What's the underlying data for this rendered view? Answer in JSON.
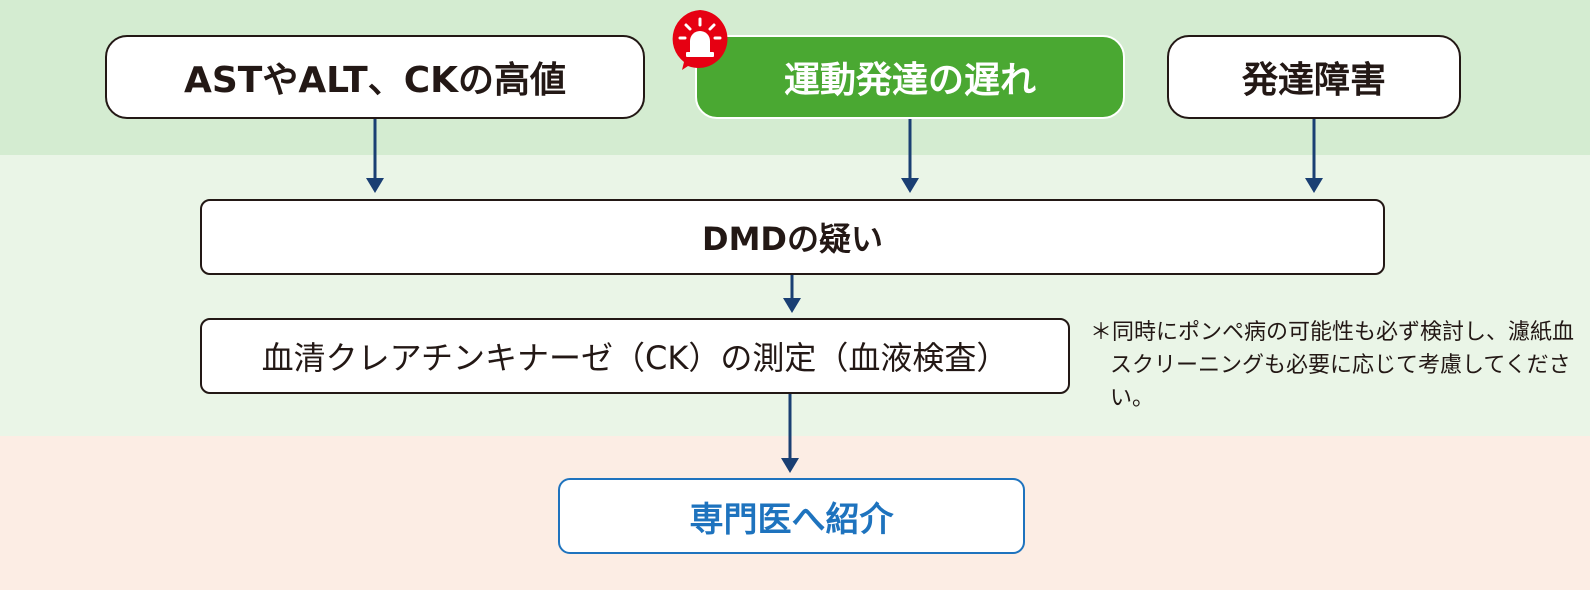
{
  "boxes": {
    "ast_alt_ck": "ASTやALT、CKの高値",
    "motor_delay": "運動発達の遅れ",
    "developmental_disorder": "発達障害",
    "dmd_suspicion": "DMDの疑い",
    "ck_measurement": "血清クレアチンキナーゼ（CK）の測定（血液検査）",
    "referral": "専門医へ紹介"
  },
  "note": "＊同時にポンペ病の可能性も必ず検討し、濾紙血スクリーニングも必要に応じて考慮してください。",
  "icons": {
    "alert": "siren-icon"
  },
  "colors": {
    "band_top": "#d4ecd1",
    "band_mid": "#eaf5e7",
    "band_bottom": "#fcede4",
    "highlight_box": "#4aa832",
    "arrow": "#1a3f73",
    "referral_blue": "#1e73be",
    "siren_red": "#e60012"
  }
}
